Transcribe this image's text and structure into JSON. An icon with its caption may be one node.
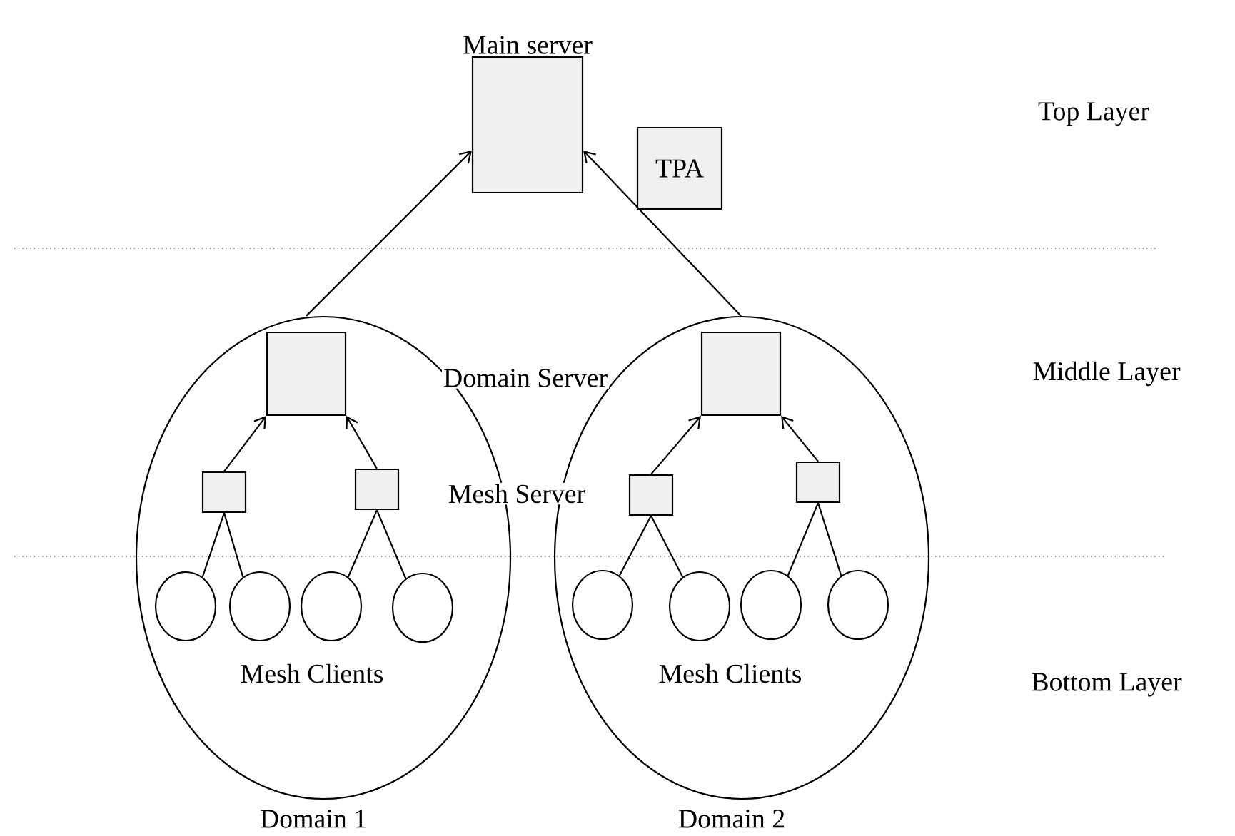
{
  "diagram": {
    "nodes": [
      {
        "text": [
          "Main server"
        ]
      },
      {
        "text": [
          "TPA"
        ]
      },
      {
        "text": [
          "Mesh Clients",
          "Domain 1"
        ]
      },
      {
        "text": [],
        "shape": "box",
        "in": 2
      },
      {
        "text": [],
        "shape": "box",
        "in": 2
      },
      {
        "text": [],
        "shape": "box",
        "in": 2
      },
      {
        "text": [],
        "shape": "circle",
        "in": 2
      },
      {
        "text": [],
        "shape": "circle",
        "in": 2
      },
      {
        "text": [],
        "shape": "circle",
        "in": 2
      },
      {
        "text": [],
        "shape": "circle",
        "in": 2
      },
      {
        "text": [
          "Mesh Clients",
          "Domain 2"
        ]
      },
      {
        "text": [],
        "shape": "box",
        "in": 10
      },
      {
        "text": [],
        "shape": "box",
        "in": 10
      },
      {
        "text": [],
        "shape": "box",
        "in": 10
      },
      {
        "text": [],
        "shape": "circle",
        "in": 10
      },
      {
        "text": [],
        "shape": "circle",
        "in": 10
      },
      {
        "text": [],
        "shape": "circle",
        "in": 10
      },
      {
        "text": [],
        "shape": "circle",
        "in": 10
      }
    ],
    "edges": [
      {
        "from": 3,
        "to": 0,
        "arrow": "to"
      },
      {
        "from": 11,
        "to": 0,
        "arrow": "to"
      },
      {
        "from": 4,
        "to": 3,
        "arrow": "to"
      },
      {
        "from": 5,
        "to": 3,
        "arrow": "to"
      },
      {
        "from": 4,
        "to": 6,
        "arrow": "none"
      },
      {
        "from": 4,
        "to": 7,
        "arrow": "none"
      },
      {
        "from": 5,
        "to": 8,
        "arrow": "none"
      },
      {
        "from": 5,
        "to": 9,
        "arrow": "none"
      },
      {
        "from": 12,
        "to": 11,
        "arrow": "to"
      },
      {
        "from": 13,
        "to": 11,
        "arrow": "to"
      },
      {
        "from": 12,
        "to": 14,
        "arrow": "none"
      },
      {
        "from": 12,
        "to": 15,
        "arrow": "none"
      },
      {
        "from": 13,
        "to": 16,
        "arrow": "none"
      },
      {
        "from": 13,
        "to": 17,
        "arrow": "none"
      }
    ],
    "labels": [
      "Top Layer",
      "Domain Server",
      "Middle Layer",
      "Mesh Server",
      "Bottom Layer"
    ]
  }
}
